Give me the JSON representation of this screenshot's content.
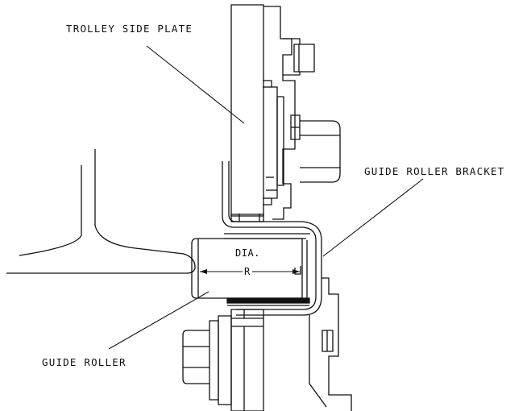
{
  "labels": {
    "trolley_side_plate": "TROLLEY SIDE PLATE",
    "guide_roller_bracket": "GUIDE ROLLER BRACKET",
    "guide_roller": "GUIDE ROLLER",
    "dia": "DIA.",
    "r": "R"
  },
  "colors": {
    "ink": "#111111",
    "background": "#ffffff"
  }
}
